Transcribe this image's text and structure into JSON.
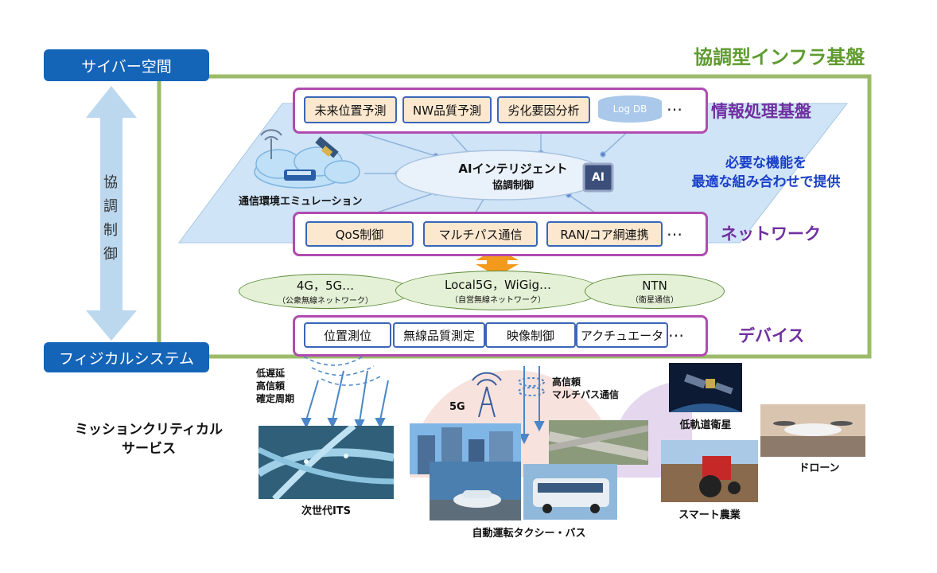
{
  "header": {
    "platform_title": "協調型インフラ基盤",
    "cyber_label": "サイバー空間",
    "physical_label": "フィジカルシステム",
    "control_label": "協調制御"
  },
  "info_layer": {
    "title": "情報処理基盤",
    "items": [
      "未来位置予測",
      "NW品質予測",
      "劣化要因分析",
      "Log DB"
    ],
    "more": "…"
  },
  "ai_core": {
    "title": "AIインテリジェント",
    "subtitle": "協調制御",
    "chip_text": "AI"
  },
  "emulation_label": "通信環境エミュレーション",
  "callout": {
    "line1": "必要な機能を",
    "line2": "最適な組み合わせで提供"
  },
  "network_layer": {
    "title": "ネットワーク",
    "items": [
      "QoS制御",
      "マルチパス通信",
      "RAN/コア網連携"
    ],
    "more": "…"
  },
  "wireless": [
    {
      "main": "4G，5G…",
      "sub": "（公衆無線ネットワーク）"
    },
    {
      "main": "Local5G，WiGig…",
      "sub": "（自営無線ネットワーク）"
    },
    {
      "main": "NTN",
      "sub": "（衛星通信）"
    }
  ],
  "device_layer": {
    "title": "デバイス",
    "items": [
      "位置測位",
      "無線品質測定",
      "映像制御",
      "アクチュエータ"
    ],
    "more": "…"
  },
  "services": {
    "title_line1": "ミッションクリティカル",
    "title_line2": "サービス",
    "its_notes": [
      "低遅延",
      "高信頼",
      "確定周期"
    ],
    "its_caption": "次世代ITS",
    "fiveg_label": "5G",
    "multipath_notes": [
      "高信頼",
      "マルチパス通信"
    ],
    "taxi_caption": "自動運転タクシー・バス",
    "satellite_caption": "低軌道衛星",
    "agri_caption": "スマート農業",
    "drone_caption": "ドローン"
  },
  "colors": {
    "blue_label": "#1464b8",
    "platform_border": "#9bbb6b",
    "platform_title": "#5f9b2f",
    "layer_border": "#b04cb0",
    "layer_title": "#7030a0",
    "chip_border": "#3a66b7",
    "callout": "#1a3fc9",
    "plane": "#cfe4f6",
    "arrow_orange": "#f39a1c"
  }
}
